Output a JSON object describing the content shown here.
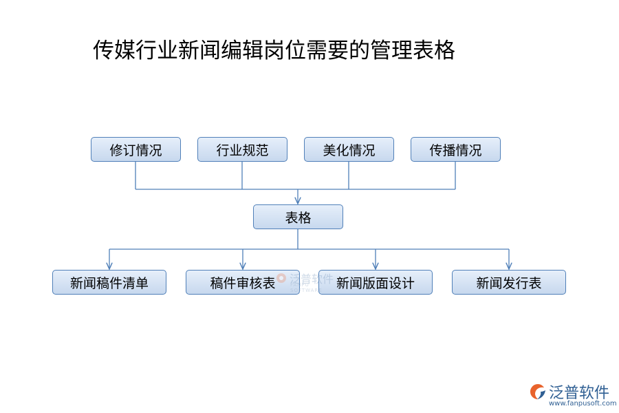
{
  "title": "传媒行业新闻编辑岗位需要的管理表格",
  "top_nodes": [
    "修订情况",
    "行业规范",
    "美化情况",
    "传播情况"
  ],
  "center_node": "表格",
  "bottom_nodes": [
    "新闻稿件清单",
    "稿件审核表",
    "新闻版面设计",
    "新闻发行表"
  ],
  "watermark": {
    "text": "泛普软件",
    "subtext": "FANPU SOFTWARE"
  },
  "logo": {
    "name": "泛普软件",
    "url": "www.fanpusoft.com"
  },
  "colors": {
    "node_border": "#4f7fb8",
    "node_fill_top": "#e6effa",
    "node_fill_bottom": "#c7d8ee",
    "connector": "#4f7fb8",
    "logo": "#2f5f93"
  }
}
